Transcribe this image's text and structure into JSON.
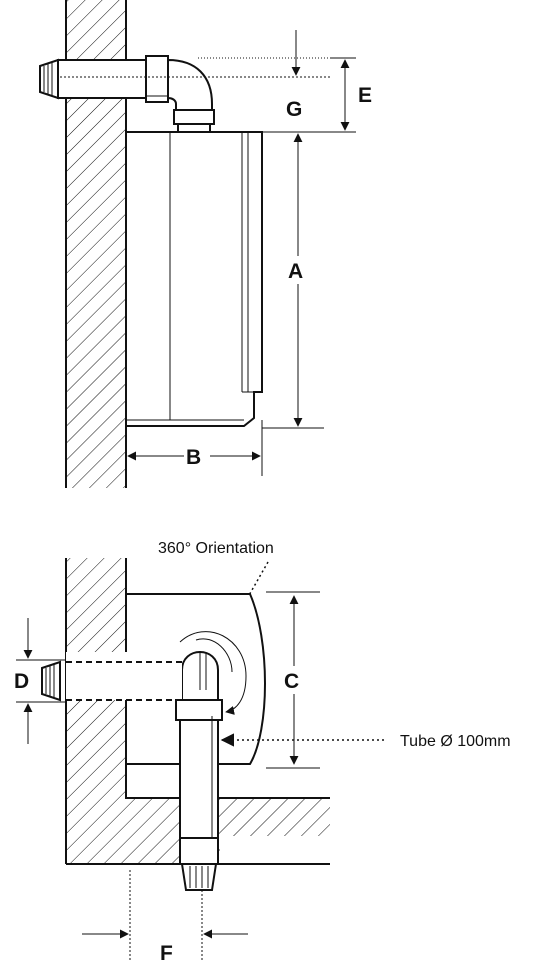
{
  "labels": {
    "a": "A",
    "b": "B",
    "c": "C",
    "d": "D",
    "e": "E",
    "f": "F",
    "g": "G"
  },
  "annotations": {
    "orientation": "360° Orientation",
    "tube": "Tube Ø 100mm"
  },
  "colors": {
    "line": "#111111",
    "background": "#ffffff"
  }
}
